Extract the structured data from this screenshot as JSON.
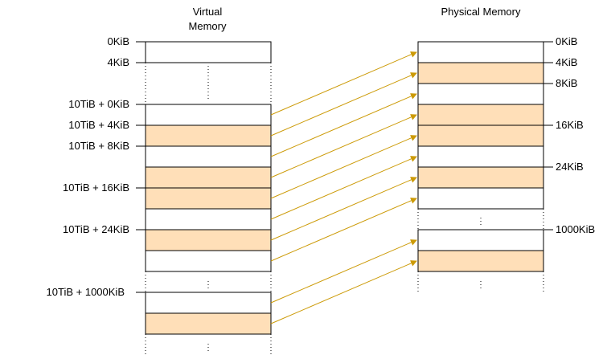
{
  "virtual": {
    "title_line1": "Virtual",
    "title_line2": "Memory",
    "labels": [
      "0KiB",
      "4KiB",
      "10TiB + 0KiB",
      "10TiB + 4KiB",
      "10TiB + 8KiB",
      "10TiB + 16KiB",
      "10TiB + 24KiB",
      "10TiB + 1000KiB"
    ]
  },
  "physical": {
    "title": "Physical Memory",
    "labels": [
      "0KiB",
      "4KiB",
      "8KiB",
      "16KiB",
      "24KiB",
      "1000KiB"
    ]
  },
  "colors": {
    "mapped_block": "#ffdfb8",
    "unmapped_block": "#ffffff",
    "arrow": "#cc9a06"
  }
}
